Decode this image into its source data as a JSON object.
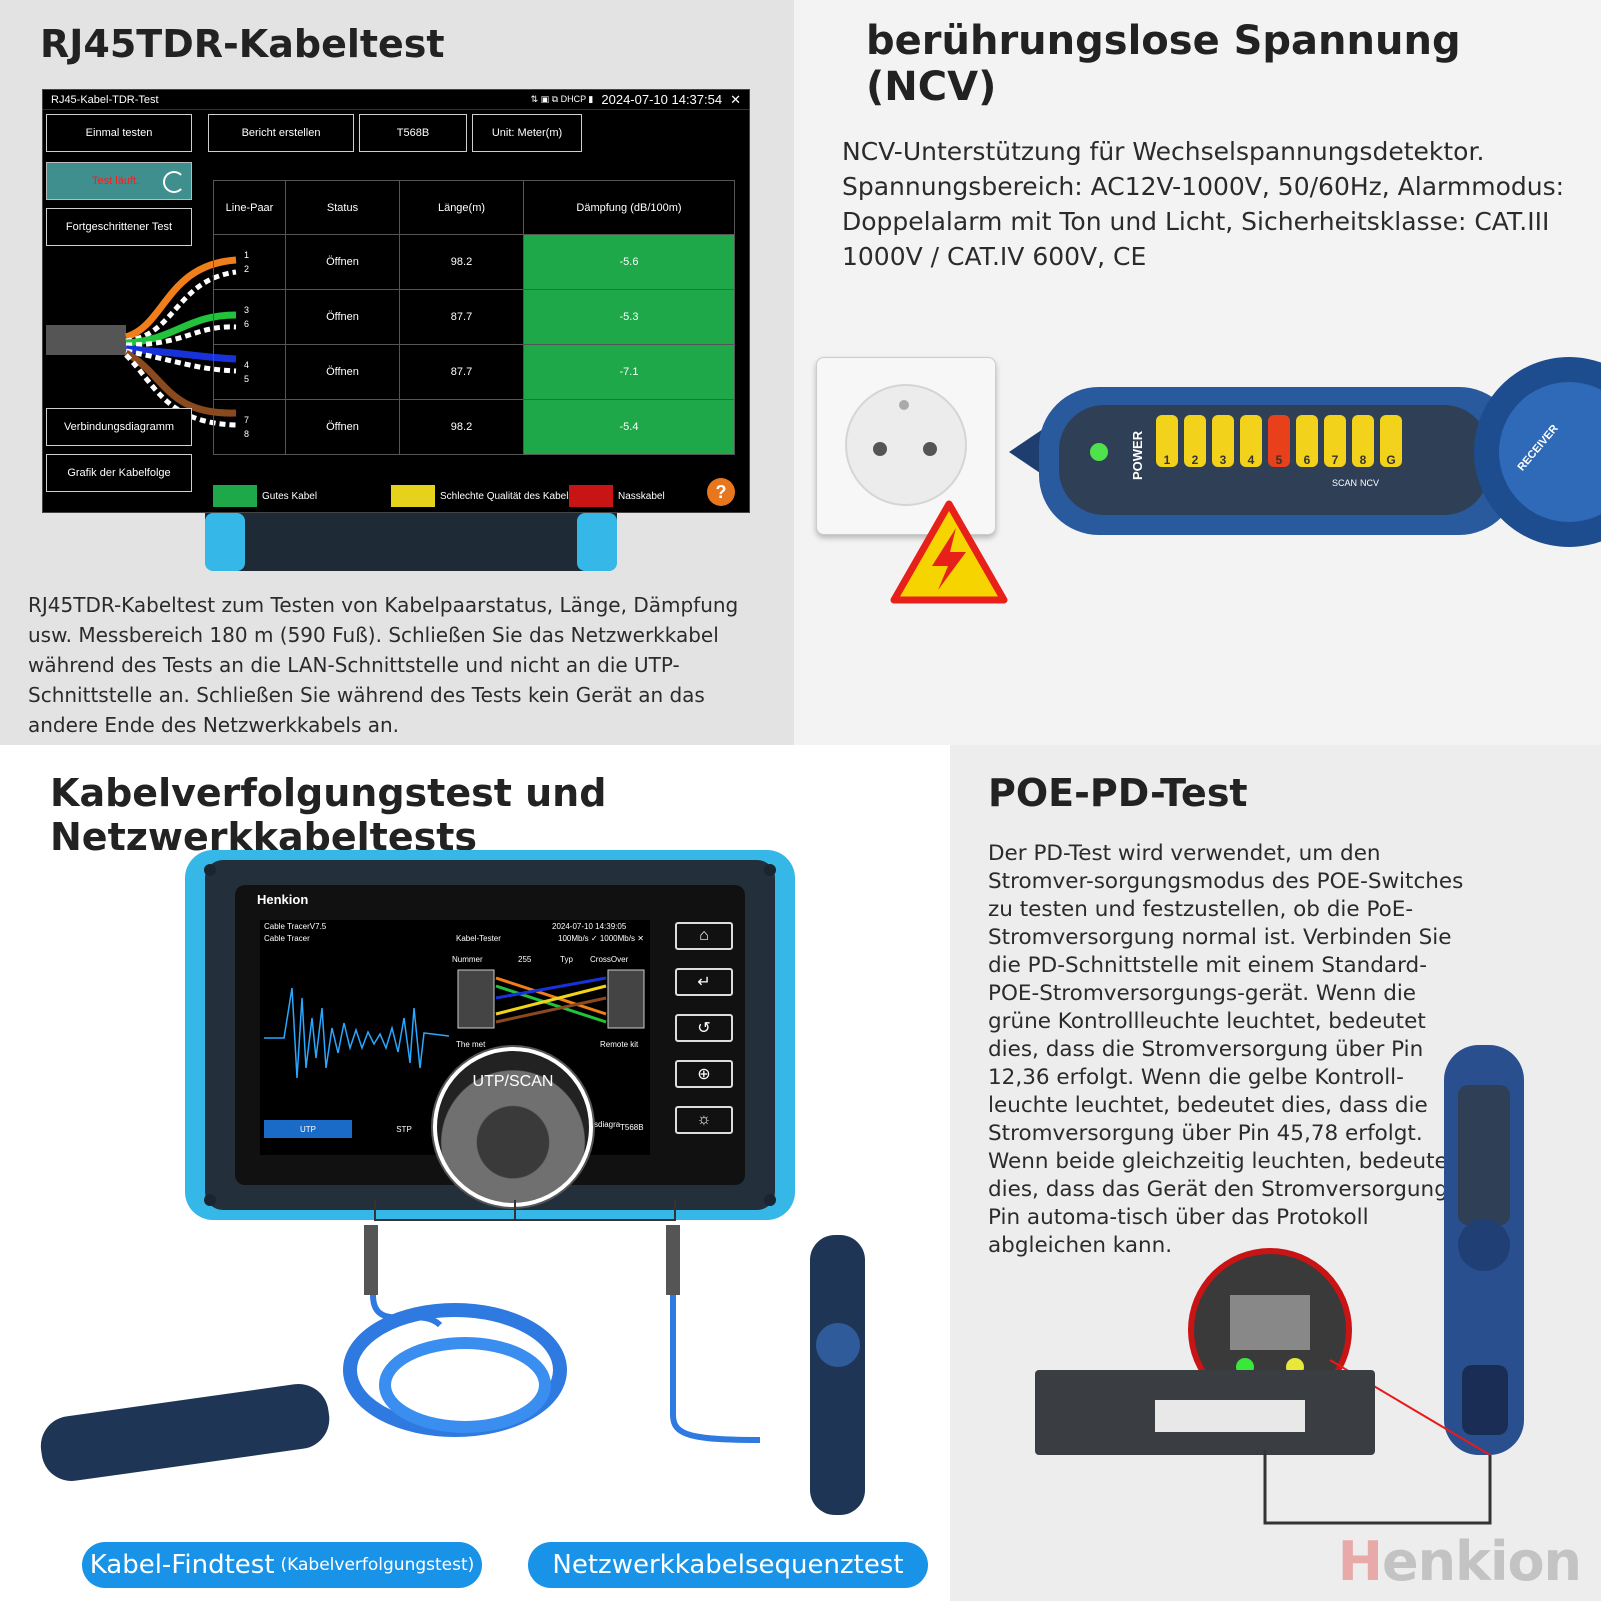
{
  "q1": {
    "title": "RJ45TDR-Kabeltest",
    "screen": {
      "window_title": "RJ45-Kabel-TDR-Test",
      "status_icons": "⇅ ▣ ⧉ DHCP ▮",
      "datetime": "2024-07-10 14:37:54",
      "close": "✕",
      "buttons": {
        "test_once": "Einmal testen",
        "create_report": "Bericht erstellen",
        "standard": "T568B",
        "unit": "Unit: Meter(m)",
        "running": "Test läuft.",
        "advanced": "Fortgeschrittener Test",
        "wiring_diagram": "Verbindungsdiagramm",
        "sequence_graph": "Grafik der Kabelfolge"
      },
      "table": {
        "headers": [
          "Line-Paar",
          "Status",
          "Länge(m)",
          "Dämpfung (dB/100m)"
        ],
        "rows": [
          {
            "pair_a": "1",
            "pair_b": "2",
            "status": "Öffnen",
            "length": "98.2",
            "attenuation": "-5.6"
          },
          {
            "pair_a": "3",
            "pair_b": "6",
            "status": "Öffnen",
            "length": "87.7",
            "attenuation": "-5.3"
          },
          {
            "pair_a": "4",
            "pair_b": "5",
            "status": "Öffnen",
            "length": "87.7",
            "attenuation": "-7.1"
          },
          {
            "pair_a": "7",
            "pair_b": "8",
            "status": "Öffnen",
            "length": "98.2",
            "attenuation": "-5.4"
          }
        ]
      },
      "legend": [
        {
          "label": "Gutes Kabel",
          "color": "#1fa84a"
        },
        {
          "label": "Schlechte Qualität des Kabels",
          "color": "#e6d21a"
        },
        {
          "label": "Nasskabel",
          "color": "#c81414"
        }
      ],
      "help": "?"
    },
    "description": "RJ45TDR-Kabeltest zum Testen von Kabelpaarstatus, Länge, Dämpfung usw. Messbereich 180 m (590 Fuß). Schließen Sie das Netzwerkkabel während des Tests an die LAN-Schnittstelle und nicht an die UTP-Schnittstelle an. Schließen Sie während des Tests kein Gerät an das andere Ende des Netzwerkkabels an."
  },
  "q2": {
    "title": "berührungslose Spannung (NCV)",
    "description": "NCV-Unterstützung für Wechselspannungsdetektor. Spannungsbereich: AC12V-1000V, 50/60Hz, Alarmmodus: Doppelalarm mit Ton und Licht, Sicherheitsklasse: CAT.III 1000V / CAT.IV 600V, CE",
    "tool": {
      "power_label": "POWER",
      "leds": [
        "1",
        "2",
        "3",
        "4",
        "5",
        "6",
        "7",
        "8",
        "G"
      ],
      "scan_label": "SCAN",
      "ncv_label": "NCV",
      "receiver_label": "RECEIVER",
      "led_color": "#f2d21a",
      "active_led_color": "#e8401a",
      "body_color": "#2a5a9e"
    }
  },
  "q3": {
    "title": "Kabelverfolgungstest und Netzwerkkabeltests",
    "device": {
      "brand": "Henkion",
      "left_panel_title": "Cable TracerV7.5",
      "left_panel_sub": "Cable Tracer",
      "datetime": "2024-07-10 14:39:05",
      "right_panel_title": "Kabel-Tester",
      "speed": "100Mb/s ✓ 1000Mb/s ✕",
      "number_label": "Nummer",
      "number_value": "255",
      "type_label": "Typ",
      "type_value": "CrossOver",
      "remote_kit": "Remote kit",
      "main_partial": "The met",
      "diagram_partial": "sdiagra",
      "standard": "T568B",
      "tab_utp": "UTP",
      "tab_stp": "STP",
      "magnifier_label": "UTP/SCAN",
      "side_buttons": [
        "⌂",
        "↵",
        "↺",
        "⊕",
        "☼"
      ]
    },
    "pill_left": "Kabel-Findtest",
    "pill_left_small": "(Kabelverfolgungstest)",
    "pill_right": "Netzwerkkabelsequenztest"
  },
  "q4": {
    "title": "POE-PD-Test",
    "description": "Der PD-Test wird verwendet, um den Stromver-sorgungsmodus des POE-Switches zu testen und festzustellen, ob die PoE-Stromversorgung normal ist. Verbinden Sie die PD-Schnittstelle mit einem Standard-POE-Stromversorgungs-gerät. Wenn die grüne Kontrollleuchte leuchtet, bedeutet dies, dass die Stromversorgung über Pin 12,36 erfolgt. Wenn die gelbe Kontroll-leuchte leuchtet, bedeutet dies, dass die Stromversorgung über Pin 45,78 erfolgt. Wenn beide gleichzeitig leuchten, bedeutet dies, dass das Gerät den Stromversorgungs-Pin automa-tisch über das Protokoll abgleichen kann.",
    "watermark_first": "H",
    "watermark_rest": "enkion"
  }
}
